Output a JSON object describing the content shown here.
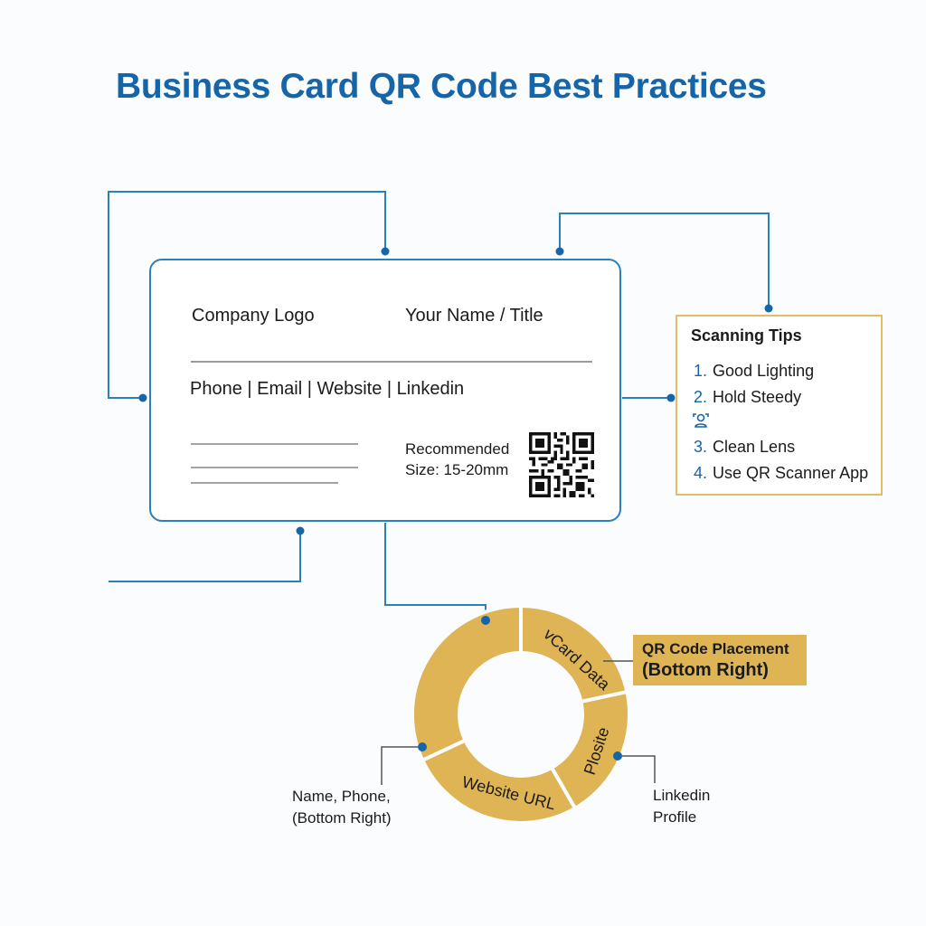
{
  "title": "Business Card QR Code Best Practices",
  "colors": {
    "accent_blue": "#1565a8",
    "connector_blue": "#2a7fbd",
    "gold": "#dfb455",
    "gold_border": "#e2be62",
    "text": "#1b1b1b"
  },
  "card": {
    "logo_label": "Company Logo",
    "name_label": "Your Name / Title",
    "contacts_label": "Phone | Email | Website | Linkedin",
    "recommended_line1": "Recommended",
    "recommended_line2": "Size: 15-20mm",
    "qr_icon": "qr-code-icon"
  },
  "tips": {
    "title": "Scanning Tips",
    "items": [
      {
        "num": "1.",
        "text": "Good Lighting"
      },
      {
        "num": "2.",
        "text": "Hold Steedy"
      },
      {
        "num": "3.",
        "text": "Clean Lens"
      },
      {
        "num": "4.",
        "text": "Use QR Scanner App"
      }
    ],
    "icon": "user-scan-icon"
  },
  "donut": {
    "segments": [
      {
        "label": "vCard Data"
      },
      {
        "label": "Plosite"
      },
      {
        "label": "Website URL"
      },
      {
        "label": ""
      }
    ]
  },
  "callouts": {
    "placement_line1": "QR Code Placement",
    "placement_line2": "(Bottom Right)",
    "left_line1": "Name, Phone,",
    "left_line2": "(Bottom Right)",
    "right_line1": "Linkedin",
    "right_line2": "Profile"
  }
}
